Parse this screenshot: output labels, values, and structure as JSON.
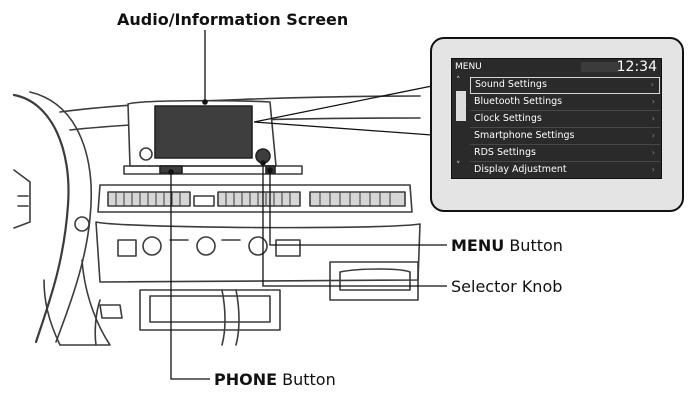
{
  "labels": {
    "screen": "Audio/Information Screen",
    "menu_button_bold": "MENU",
    "menu_button_rest": " Button",
    "selector_knob": "Selector Knob",
    "phone_button_bold": "PHONE",
    "phone_button_rest": " Button"
  },
  "display": {
    "menu_title": "MENU",
    "clock": "12:34",
    "items": [
      {
        "label": "Sound Settings",
        "selected": true
      },
      {
        "label": "Bluetooth Settings",
        "selected": false
      },
      {
        "label": "Clock Settings",
        "selected": false
      },
      {
        "label": "Smartphone Settings",
        "selected": false
      },
      {
        "label": "RDS Settings",
        "selected": false
      },
      {
        "label": "Display Adjustment",
        "selected": false
      }
    ],
    "icons": {
      "scroll_up": "chevron-up-icon",
      "scroll_down": "chevron-down-icon",
      "item_arrow": "chevron-right-icon"
    }
  }
}
